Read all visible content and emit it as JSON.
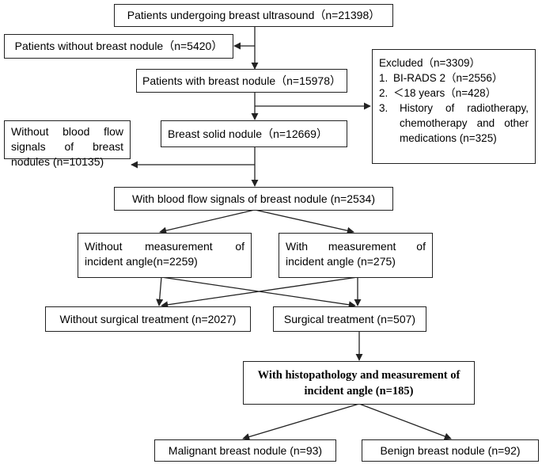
{
  "flowchart": {
    "total": "Patients undergoing breast ultrasound（n=21398）",
    "no_nodule": "Patients without breast nodule（n=5420）",
    "with_nodule": "Patients with breast nodule（n=15978）",
    "excluded": {
      "title": "Excluded（n=3309）",
      "items": [
        {
          "num": "1.",
          "text": "BI-RADS 2（n=2556）"
        },
        {
          "num": "2.",
          "text": "＜18 years（n=428）"
        },
        {
          "num": "3.",
          "text": "History of radiotherapy, chemotherapy and other medications (n=325)"
        }
      ]
    },
    "solid": "Breast solid nodule（n=12669）",
    "no_flow": "Without blood flow signals of breast nodules (n=10135)",
    "with_flow": "With blood flow signals of breast nodule (n=2534)",
    "no_angle": "Without measurement of incident angle(n=2259)",
    "with_angle": "With measurement of incident angle (n=275)",
    "no_surgery": "Without surgical treatment (n=2027)",
    "surgery": "Surgical treatment (n=507)",
    "histo": "With histopathology and measurement of incident angle (n=185)",
    "malignant": "Malignant breast nodule (n=93)",
    "benign": "Benign breast nodule (n=92)"
  }
}
